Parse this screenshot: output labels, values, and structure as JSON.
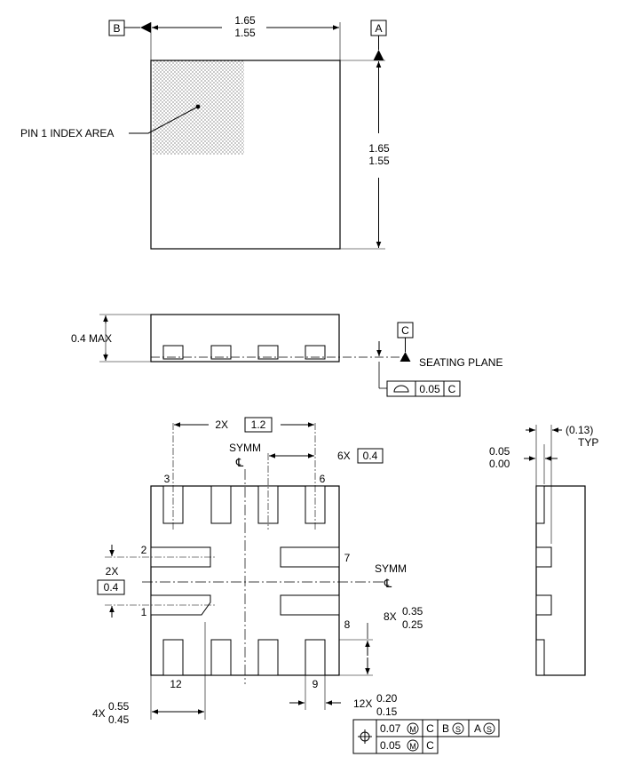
{
  "top_view": {
    "datum_b": "B",
    "datum_a": "A",
    "width_max": "1.65",
    "width_min": "1.55",
    "height_max": "1.65",
    "height_min": "1.55",
    "pin1_label": "PIN 1 INDEX AREA"
  },
  "side_view": {
    "height_label": "0.4 MAX",
    "datum_c": "C",
    "seating_plane": "SEATING PLANE",
    "fcf_tolerance": "0.05",
    "fcf_datum": "C"
  },
  "bottom_view": {
    "pitch_count": "2X",
    "pitch_value": "1.2",
    "symm_label": "SYMM",
    "centerline": "℄",
    "pad_pitch_count": "6X",
    "pad_pitch_value": "0.4",
    "pin_3": "3",
    "pin_6": "6",
    "pin_2": "2",
    "pin_7": "7",
    "pin_1": "1",
    "pin_8": "8",
    "pin_12": "12",
    "pin_9": "9",
    "side_pitch_count": "2X",
    "side_pitch_value": "0.4",
    "pad_len_count": "8X",
    "pad_len_max": "0.35",
    "pad_len_min": "0.25",
    "pad_w_count": "4X",
    "pad_w_max": "0.55",
    "pad_w_min": "0.45",
    "lead_w_count": "12X",
    "lead_w_max": "0.20",
    "lead_w_min": "0.15",
    "fcf_row1_tol": "0.07",
    "fcf_row1_d1": "C",
    "fcf_row1_d2": "B",
    "fcf_row1_d3": "A",
    "fcf_row2_tol": "0.05",
    "fcf_row2_d1": "C",
    "mod_m": "M",
    "mod_s": "S"
  },
  "end_view": {
    "standoff_max": "0.05",
    "standoff_min": "0.00",
    "ref_dim": "(0.13)",
    "typ": "TYP"
  }
}
